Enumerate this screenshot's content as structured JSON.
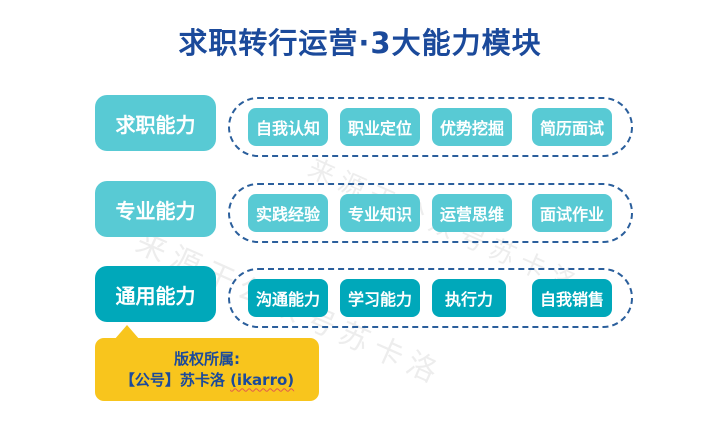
{
  "title": "求职转行运营·3大能力模块",
  "rows": [
    {
      "label": "求职能力",
      "items": [
        "自我认知",
        "职业定位",
        "优势挖掘",
        "简历面试"
      ]
    },
    {
      "label": "专业能力",
      "items": [
        "实践经验",
        "专业知识",
        "运营思维",
        "面试作业"
      ]
    },
    {
      "label": "通用能力",
      "items": [
        "沟通能力",
        "学习能力",
        "执行力",
        "自我销售"
      ]
    }
  ],
  "copyright": {
    "line1": "版权所属:",
    "line2_prefix": "【公号】苏卡洛 ",
    "line2_brand": "(ikarro)"
  },
  "watermark_text": "来源于公众号苏卡洛",
  "colors": {
    "title_navy": "#1b4a9b",
    "light_teal": "#58cad4",
    "dark_teal": "#00a8ba",
    "dashed_border_blue": "#2b5f9c",
    "copyright_yellow": "#f8c51d"
  }
}
